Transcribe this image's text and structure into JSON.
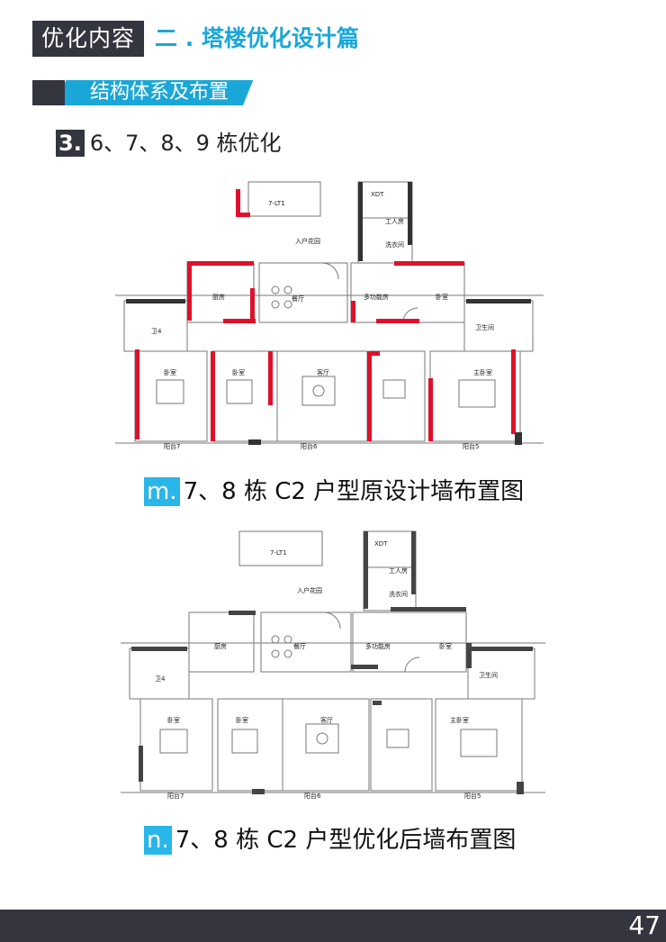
{
  "header": {
    "box_label": "优化内容",
    "title": "二 . 塔楼优化设计篇"
  },
  "section": {
    "label": "结构体系及布置"
  },
  "subheading": {
    "number": "3.",
    "text": "6、7、8、9 栋优化"
  },
  "plans": [
    {
      "caption_tag": "m.",
      "caption_text": "7、8 栋 C2 户型原设计墙布置图",
      "labels": {
        "elevator": "7-LT1",
        "xdt": "XDT",
        "entry": "入户花园",
        "dining": "餐厅",
        "kitchen": "厨房",
        "multi": "多功能房",
        "bedroom": "卧室",
        "living": "客厅",
        "master": "主卧室",
        "bath": "卫生间",
        "wc": "卫4",
        "balcony7": "阳台7",
        "balcony6": "阳台6",
        "balcony5": "阳台5",
        "worker": "工人房",
        "laundry": "洗衣间"
      },
      "wall_color": "#e0102a"
    },
    {
      "caption_tag": "n.",
      "caption_text": "7、8 栋 C2 户型优化后墙布置图",
      "labels": {
        "elevator": "7-LT1",
        "xdt": "XDT",
        "entry": "入户花园",
        "dining": "餐厅",
        "kitchen": "厨房",
        "multi": "多功能房",
        "bedroom": "卧室",
        "living": "客厅",
        "master": "主卧室",
        "bath": "卫生间",
        "wc": "卫4",
        "balcony7": "阳台7",
        "balcony6": "阳台6",
        "balcony5": "阳台5",
        "worker": "工人房",
        "laundry": "洗衣间"
      },
      "wall_color": "#444444"
    }
  ],
  "footer": {
    "page_number": "47"
  }
}
